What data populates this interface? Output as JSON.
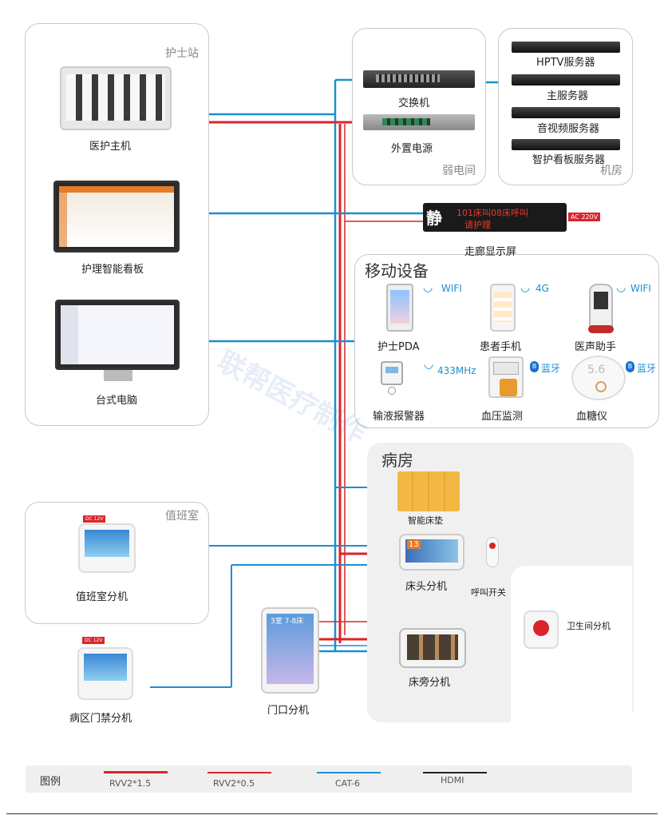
{
  "panels": {
    "nurse_station": "护士站",
    "weak_room": "弱电间",
    "server_room": "机房",
    "mobile": "移动设备",
    "ward": "病房",
    "duty_room": "值班室"
  },
  "devices": {
    "nurse_host": "医护主机",
    "smart_board": "护理智能看板",
    "desktop_pc": "台式电脑",
    "switch": "交换机",
    "power": "外置电源",
    "hptv_server": "HPTV服务器",
    "main_server": "主服务器",
    "av_server": "音视频服务器",
    "board_server": "智护看板服务器",
    "corridor_display": "走廊显示屏",
    "corridor_char": "静",
    "corridor_text": "101床叫08床呼叫",
    "corridor_text2": "请护理",
    "ac_tag": "AC 220V",
    "pda": "护士PDA",
    "patient_phone": "患者手机",
    "voice_assistant": "医声助手",
    "infusion_alarm": "输液报警器",
    "bp_monitor": "血压监测",
    "glucose_meter": "血糖仪",
    "glucose_value": "5.6",
    "smart_mattress": "智能床垫",
    "bedhead_unit": "床头分机",
    "call_switch": "呼叫开关",
    "bathroom_unit": "卫生间分机",
    "bedside_unit": "床旁分机",
    "door_unit": "门口分机",
    "door_screen_text": "3室 7-8床",
    "duty_unit": "值班室分机",
    "access_unit": "病区门禁分机",
    "dc_tag": "DC 12V",
    "bedhead_num": "13"
  },
  "wireless": {
    "wifi": "WIFI",
    "g4": "4G",
    "mhz": "433MHz",
    "bt": "蓝牙"
  },
  "legend": {
    "title": "图例",
    "items": [
      "RVV2*1.5",
      "RVV2*0.5",
      "CAT-6",
      "HDMI"
    ],
    "colors": [
      "#d9252a",
      "#d9252a",
      "#1b8fd1",
      "#222222"
    ]
  },
  "colors": {
    "blue": "#1b8fd1",
    "red": "#d9252a"
  },
  "watermark": "联帮医疗制作"
}
